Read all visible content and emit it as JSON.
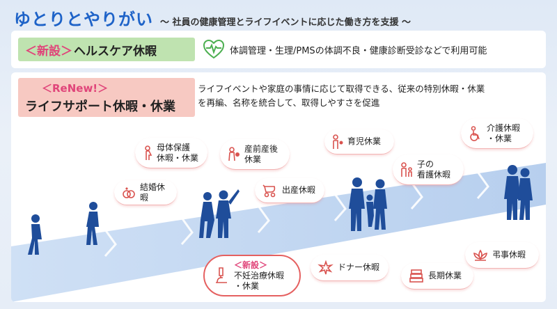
{
  "title": {
    "main": "ゆとりとやりがい",
    "sub": "～ 社員の健康管理とライフイベントに応じた働き方を支援 ～"
  },
  "health": {
    "new_tag": "＜新設＞",
    "name": "ヘルスケア休暇",
    "desc": "体調管理・生理/PMSの体調不良・健康診断受診などで利用可能"
  },
  "life": {
    "renew_tag": "＜ReNew!＞",
    "name": "ライフサポート休暇・休業",
    "desc_line1": "ライフイベントや家庭の事情に応じて取得できる、従来の特別休暇・休業",
    "desc_line2": "を再編、名称を統合して、取得しやすさを促進"
  },
  "bubbles": {
    "marriage": "結婚休暇",
    "maternal_l1": "母体保護",
    "maternal_l2": "休暇・休業",
    "prenatal_l1": "産前産後",
    "prenatal_l2": "休業",
    "birth": "出産休暇",
    "childcare": "育児休業",
    "childnursing_l1": "子の",
    "childnursing_l2": "看護休暇",
    "nursing_l1": "介護休暇",
    "nursing_l2": "・休業",
    "fertility_tag": "＜新設＞",
    "fertility_l1": "不妊治療休暇",
    "fertility_l2": "・休業",
    "donor": "ドナー休暇",
    "longterm": "長期休業",
    "condolence": "弔事休暇"
  },
  "colors": {
    "accent_blue": "#1e63c8",
    "new_pink": "#e0457a",
    "green_badge": "#bfe3b0",
    "pink_badge": "#f7c9c2",
    "icon_red": "#d9534f",
    "silhouette": "#1f4d9a"
  }
}
